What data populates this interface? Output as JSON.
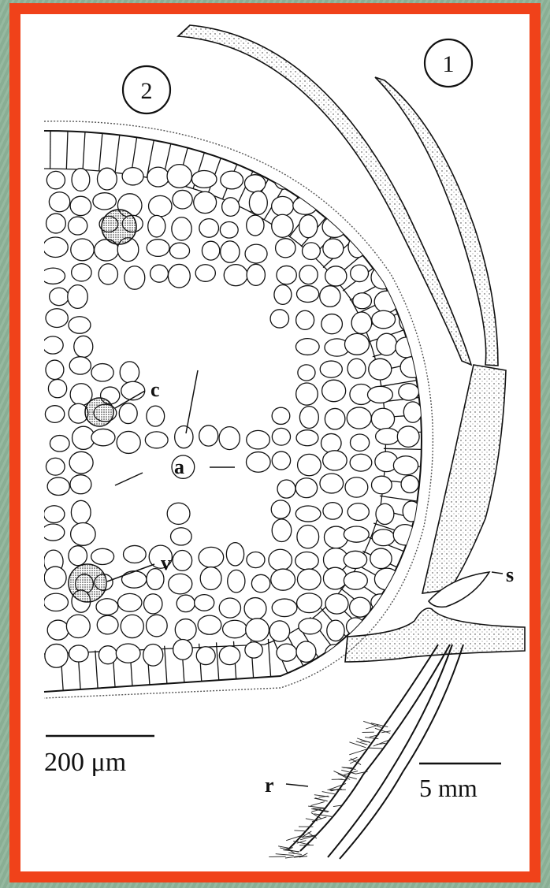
{
  "figure": {
    "panel_1_number": "1",
    "panel_2_number": "2",
    "labels": {
      "c": "c",
      "a": "a",
      "v": "v",
      "s": "s",
      "r": "r"
    },
    "scale_bars": {
      "panel_2": "200 μm",
      "panel_1": "5 mm"
    }
  },
  "colors": {
    "frame_border": "#f0421a",
    "background": "#8fb59a",
    "ink": "#111111"
  }
}
